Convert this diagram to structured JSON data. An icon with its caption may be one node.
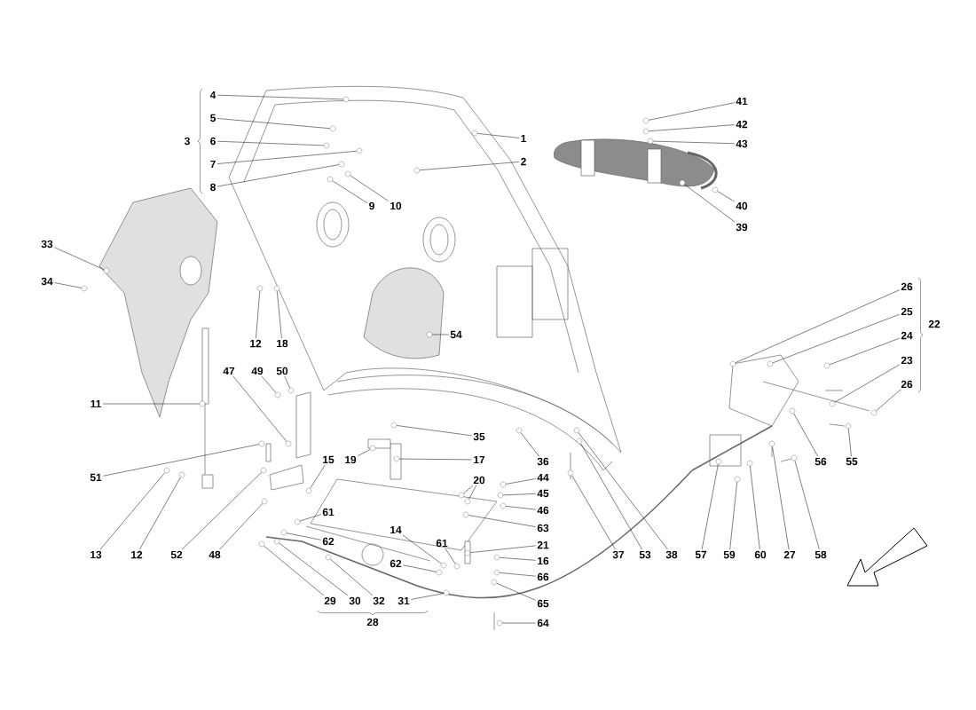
{
  "diagram": {
    "nodes": [
      {
        "text": [
          "4"
        ]
      },
      {
        "text": [
          "5"
        ]
      },
      {
        "text": [
          "6"
        ]
      },
      {
        "text": [
          "7"
        ]
      },
      {
        "text": [
          "8"
        ]
      },
      {
        "text": [
          "1"
        ]
      },
      {
        "text": [
          "2"
        ]
      },
      {
        "text": [
          "9"
        ]
      },
      {
        "text": [
          "10"
        ]
      },
      {
        "text": [
          "41"
        ]
      },
      {
        "text": [
          "42"
        ]
      },
      {
        "text": [
          "43"
        ]
      },
      {
        "text": [
          "40"
        ]
      },
      {
        "text": [
          "39"
        ]
      },
      {
        "text": [
          "33"
        ]
      },
      {
        "text": [
          "34"
        ]
      },
      {
        "text": [
          "12"
        ]
      },
      {
        "text": [
          "18"
        ]
      },
      {
        "text": [
          "54"
        ]
      },
      {
        "text": [
          "26"
        ]
      },
      {
        "text": [
          "25"
        ]
      },
      {
        "text": [
          "24"
        ]
      },
      {
        "text": [
          "23"
        ]
      },
      {
        "text": [
          "26"
        ]
      },
      {
        "text": [
          "11"
        ]
      },
      {
        "text": [
          "47"
        ]
      },
      {
        "text": [
          "49"
        ]
      },
      {
        "text": [
          "50"
        ]
      },
      {
        "text": [
          "51"
        ]
      },
      {
        "text": [
          "13"
        ]
      },
      {
        "text": [
          "12"
        ]
      },
      {
        "text": [
          "52"
        ]
      },
      {
        "text": [
          "48"
        ]
      },
      {
        "text": [
          "15"
        ]
      },
      {
        "text": [
          "19"
        ]
      },
      {
        "text": [
          "35"
        ]
      },
      {
        "text": [
          "17"
        ]
      },
      {
        "text": [
          "36"
        ]
      },
      {
        "text": [
          "20"
        ]
      },
      {
        "text": [
          "44"
        ]
      },
      {
        "text": [
          "45"
        ]
      },
      {
        "text": [
          "46"
        ]
      },
      {
        "text": [
          "63"
        ]
      },
      {
        "text": [
          "21"
        ]
      },
      {
        "text": [
          "61"
        ]
      },
      {
        "text": [
          "62"
        ]
      },
      {
        "text": [
          "14"
        ]
      },
      {
        "text": [
          "61"
        ]
      },
      {
        "text": [
          "16"
        ]
      },
      {
        "text": [
          "62"
        ]
      },
      {
        "text": [
          "66"
        ]
      },
      {
        "text": [
          "65"
        ]
      },
      {
        "text": [
          "64"
        ]
      },
      {
        "text": [
          "37"
        ]
      },
      {
        "text": [
          "53"
        ]
      },
      {
        "text": [
          "38"
        ]
      },
      {
        "text": [
          "57"
        ]
      },
      {
        "text": [
          "59"
        ]
      },
      {
        "text": [
          "60"
        ]
      },
      {
        "text": [
          "27"
        ]
      },
      {
        "text": [
          "58"
        ]
      },
      {
        "text": [
          "56"
        ]
      },
      {
        "text": [
          "55"
        ]
      },
      {
        "text": [
          "29"
        ]
      },
      {
        "text": [
          "30"
        ]
      },
      {
        "text": [
          "32"
        ]
      },
      {
        "text": [
          "31"
        ]
      },
      {
        "text": [],
        "shape": "circle"
      },
      {
        "text": [],
        "shape": "circle"
      },
      {
        "text": [],
        "shape": "circle"
      },
      {
        "text": [],
        "shape": "circle"
      },
      {
        "text": [],
        "shape": "circle"
      },
      {
        "text": [],
        "shape": "circle"
      },
      {
        "text": [],
        "shape": "circle"
      },
      {
        "text": [],
        "shape": "circle"
      },
      {
        "text": [],
        "shape": "circle"
      },
      {
        "text": [],
        "shape": "circle"
      },
      {
        "text": [],
        "shape": "circle"
      },
      {
        "text": [],
        "shape": "circle"
      },
      {
        "text": [],
        "shape": "circle"
      },
      {
        "text": [],
        "shape": "circle"
      },
      {
        "text": [],
        "shape": "circle"
      },
      {
        "text": [],
        "shape": "circle"
      },
      {
        "text": [],
        "shape": "circle"
      },
      {
        "text": [],
        "shape": "circle"
      },
      {
        "text": [],
        "shape": "circle"
      },
      {
        "text": [],
        "shape": "circle"
      },
      {
        "text": [],
        "shape": "circle"
      },
      {
        "text": [],
        "shape": "circle"
      },
      {
        "text": [],
        "shape": "circle"
      },
      {
        "text": [],
        "shape": "circle"
      },
      {
        "text": [],
        "shape": "circle"
      },
      {
        "text": [],
        "shape": "circle"
      },
      {
        "text": [],
        "shape": "circle"
      },
      {
        "text": [],
        "shape": "circle"
      },
      {
        "text": [],
        "shape": "circle"
      },
      {
        "text": [],
        "shape": "circle"
      },
      {
        "text": [],
        "shape": "circle"
      },
      {
        "text": [],
        "shape": "circle"
      },
      {
        "text": [],
        "shape": "circle"
      },
      {
        "text": [],
        "shape": "circle"
      },
      {
        "text": [],
        "shape": "circle"
      },
      {
        "text": [],
        "shape": "circle"
      },
      {
        "text": [],
        "shape": "circle"
      },
      {
        "text": [],
        "shape": "circle"
      },
      {
        "text": [],
        "shape": "circle"
      },
      {
        "text": [],
        "shape": "circle"
      },
      {
        "text": [],
        "shape": "circle"
      },
      {
        "text": [],
        "shape": "circle"
      },
      {
        "text": [],
        "shape": "circle"
      },
      {
        "text": [],
        "shape": "circle"
      },
      {
        "text": [],
        "shape": "circle"
      },
      {
        "text": [],
        "shape": "circle"
      },
      {
        "text": [],
        "shape": "circle"
      },
      {
        "text": [],
        "shape": "circle"
      },
      {
        "text": [],
        "shape": "circle"
      },
      {
        "text": [],
        "shape": "circle"
      },
      {
        "text": [],
        "shape": "circle"
      },
      {
        "text": [],
        "shape": "circle"
      },
      {
        "text": [],
        "shape": "circle"
      },
      {
        "text": [],
        "shape": "circle"
      },
      {
        "text": [],
        "shape": "circle"
      },
      {
        "text": [],
        "shape": "circle"
      },
      {
        "text": [],
        "shape": "circle"
      },
      {
        "text": [],
        "shape": "circle"
      },
      {
        "text": [],
        "shape": "circle"
      },
      {
        "text": [],
        "shape": "circle"
      },
      {
        "text": [],
        "shape": "circle"
      },
      {
        "text": [],
        "shape": "circle"
      },
      {
        "text": [],
        "shape": "circle"
      },
      {
        "text": [],
        "shape": "circle"
      },
      {
        "text": [],
        "shape": "circle"
      },
      {
        "text": [],
        "shape": "circle"
      },
      {
        "text": [],
        "shape": "circle"
      },
      {
        "text": [],
        "shape": "circle"
      }
    ],
    "edges": [
      {
        "from": 0,
        "to": 67,
        "arrow": "none"
      },
      {
        "from": 1,
        "to": 68,
        "arrow": "none"
      },
      {
        "from": 2,
        "to": 69,
        "arrow": "none"
      },
      {
        "from": 3,
        "to": 70,
        "arrow": "none"
      },
      {
        "from": 4,
        "to": 71,
        "arrow": "none"
      },
      {
        "from": 5,
        "to": 72,
        "arrow": "none"
      },
      {
        "from": 6,
        "to": 73,
        "arrow": "none"
      },
      {
        "from": 7,
        "to": 74,
        "arrow": "none"
      },
      {
        "from": 8,
        "to": 75,
        "arrow": "none"
      },
      {
        "from": 9,
        "to": 76,
        "arrow": "none"
      },
      {
        "from": 10,
        "to": 77,
        "arrow": "none"
      },
      {
        "from": 11,
        "to": 78,
        "arrow": "none"
      },
      {
        "from": 12,
        "to": 79,
        "arrow": "none"
      },
      {
        "from": 13,
        "to": 80,
        "arrow": "none"
      },
      {
        "from": 14,
        "to": 81,
        "arrow": "none"
      },
      {
        "from": 15,
        "to": 82,
        "arrow": "none"
      },
      {
        "from": 16,
        "to": 83,
        "arrow": "none"
      },
      {
        "from": 17,
        "to": 84,
        "arrow": "none"
      },
      {
        "from": 18,
        "to": 85,
        "arrow": "none"
      },
      {
        "from": 19,
        "to": 86,
        "arrow": "none"
      },
      {
        "from": 20,
        "to": 87,
        "arrow": "none"
      },
      {
        "from": 21,
        "to": 88,
        "arrow": "none"
      },
      {
        "from": 22,
        "to": 89,
        "arrow": "none"
      },
      {
        "from": 23,
        "to": 90,
        "arrow": "none"
      },
      {
        "from": 24,
        "to": 91,
        "arrow": "none"
      },
      {
        "from": 25,
        "to": 92,
        "arrow": "none"
      },
      {
        "from": 26,
        "to": 93,
        "arrow": "none"
      },
      {
        "from": 27,
        "to": 94,
        "arrow": "none"
      },
      {
        "from": 28,
        "to": 95,
        "arrow": "none"
      },
      {
        "from": 29,
        "to": 96,
        "arrow": "none"
      },
      {
        "from": 30,
        "to": 97,
        "arrow": "none"
      },
      {
        "from": 31,
        "to": 98,
        "arrow": "none"
      },
      {
        "from": 32,
        "to": 99,
        "arrow": "none"
      },
      {
        "from": 33,
        "to": 100,
        "arrow": "none"
      },
      {
        "from": 34,
        "to": 101,
        "arrow": "none"
      },
      {
        "from": 35,
        "to": 102,
        "arrow": "none"
      },
      {
        "from": 36,
        "to": 103,
        "arrow": "none"
      },
      {
        "from": 37,
        "to": 104,
        "arrow": "none"
      },
      {
        "from": 38,
        "to": 105,
        "arrow": "none"
      },
      {
        "from": 39,
        "to": 106,
        "arrow": "none"
      },
      {
        "from": 40,
        "to": 107,
        "arrow": "none"
      },
      {
        "from": 41,
        "to": 108,
        "arrow": "none"
      },
      {
        "from": 42,
        "to": 109,
        "arrow": "none"
      },
      {
        "from": 43,
        "to": 110,
        "arrow": "none"
      },
      {
        "from": 44,
        "to": 111,
        "arrow": "none"
      },
      {
        "from": 45,
        "to": 112,
        "arrow": "none"
      },
      {
        "from": 46,
        "to": 113,
        "arrow": "none"
      },
      {
        "from": 47,
        "to": 114,
        "arrow": "none"
      },
      {
        "from": 48,
        "to": 115,
        "arrow": "none"
      },
      {
        "from": 49,
        "to": 116,
        "arrow": "none"
      },
      {
        "from": 50,
        "to": 117,
        "arrow": "none"
      },
      {
        "from": 51,
        "to": 118,
        "arrow": "none"
      },
      {
        "from": 52,
        "to": 119,
        "arrow": "none"
      },
      {
        "from": 53,
        "to": 120,
        "arrow": "none"
      },
      {
        "from": 54,
        "to": 121,
        "arrow": "none"
      },
      {
        "from": 55,
        "to": 122,
        "arrow": "none"
      },
      {
        "from": 56,
        "to": 123,
        "arrow": "none"
      },
      {
        "from": 57,
        "to": 124,
        "arrow": "none"
      },
      {
        "from": 58,
        "to": 125,
        "arrow": "none"
      },
      {
        "from": 59,
        "to": 126,
        "arrow": "none"
      },
      {
        "from": 60,
        "to": 127,
        "arrow": "none"
      },
      {
        "from": 61,
        "to": 128,
        "arrow": "none"
      },
      {
        "from": 62,
        "to": 129,
        "arrow": "none"
      },
      {
        "from": 63,
        "to": 130,
        "arrow": "none"
      },
      {
        "from": 64,
        "to": 131,
        "arrow": "none"
      },
      {
        "from": 65,
        "to": 132,
        "arrow": "none"
      },
      {
        "from": 66,
        "to": 133,
        "arrow": "none"
      },
      {
        "from": 38,
        "to": 134,
        "arrow": "none"
      }
    ],
    "labels": [
      "3",
      "22",
      "28"
    ]
  }
}
